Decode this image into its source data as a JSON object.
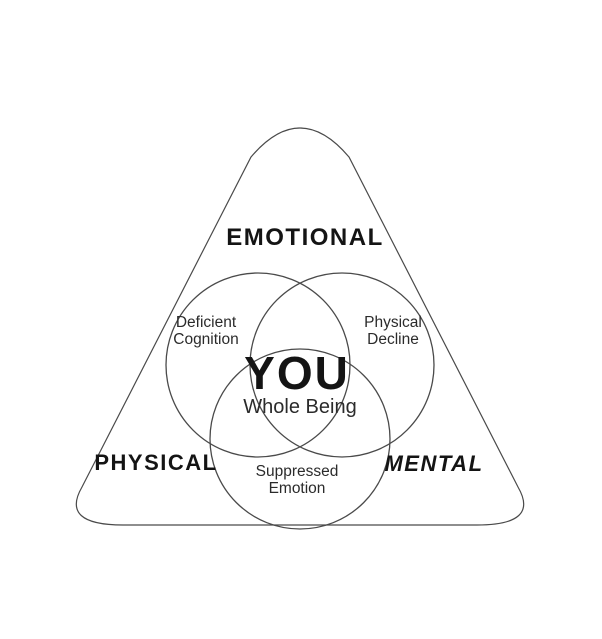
{
  "diagram": {
    "corners": {
      "top": "EMOTIONAL",
      "bottom_left": "PHYSICAL",
      "bottom_right": "MENTAL"
    },
    "regions": {
      "left": {
        "line1": "Deficient",
        "line2": "Cognition"
      },
      "right": {
        "line1": "Physical",
        "line2": "Decline"
      },
      "bottom": {
        "line1": "Suppressed",
        "line2": "Emotion"
      }
    },
    "center": {
      "title": "YOU",
      "subtitle": "Whole Being"
    },
    "colors": {
      "line": "#4a4a4a",
      "heading_text": "#141414",
      "label_text": "#2b2b2b",
      "background": "#ffffff"
    }
  }
}
